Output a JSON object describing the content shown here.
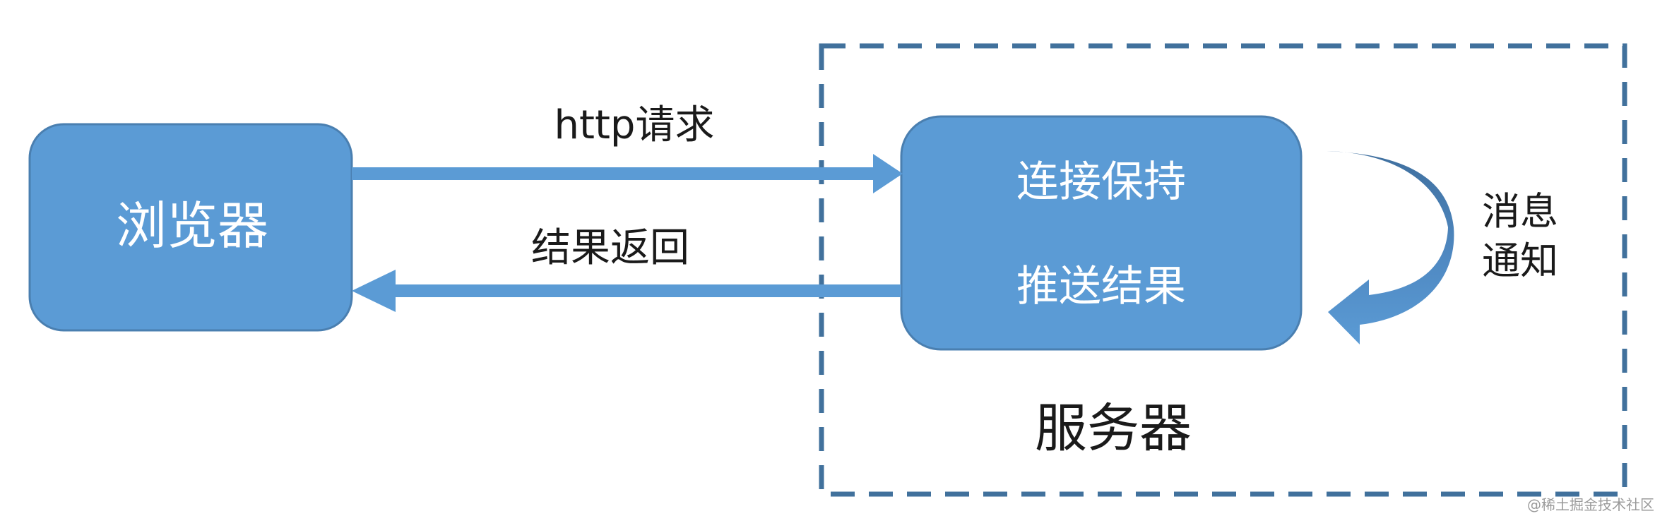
{
  "nodes": {
    "browser": {
      "label": "浏览器"
    },
    "server_box": {
      "label": "服务器"
    },
    "server_inner": {
      "line1": "连接保持",
      "line2": "推送结果"
    }
  },
  "edges": {
    "request": {
      "label": "http请求"
    },
    "response": {
      "label": "结果返回"
    }
  },
  "loop": {
    "line1": "消息",
    "line2": "通知"
  },
  "watermark": "@稀土掘金技术社区",
  "colors": {
    "box_fill": "#5b9bd5",
    "box_stroke": "#4a7fb0",
    "arrow": "#5b9bd5",
    "loop_dark": "#3f6f9e",
    "dash": "#41719c",
    "text_dark": "#1a1a1a",
    "text_light": "#ffffff",
    "watermark": "#9a9a9a"
  }
}
